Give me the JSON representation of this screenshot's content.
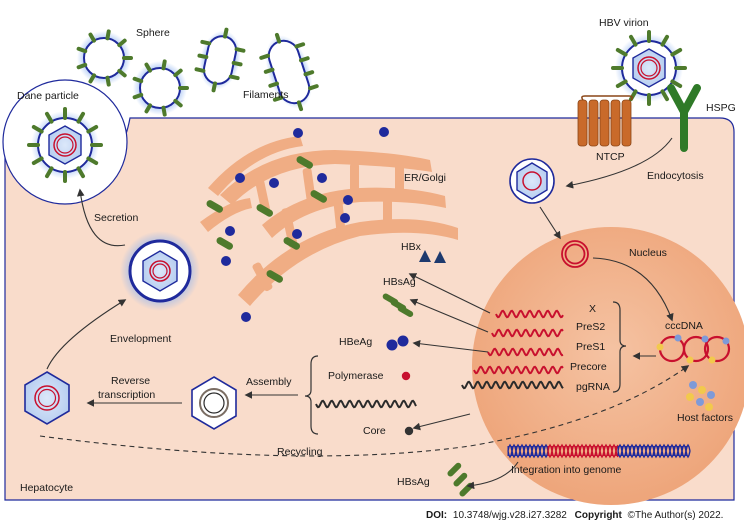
{
  "labels": {
    "sphere": "Sphere",
    "filaments": "Filaments",
    "dane_particle": "Dane particle",
    "hbv_virion": "HBV virion",
    "hspg": "HSPG",
    "ntcp": "NTCP",
    "endocytosis": "Endocytosis",
    "er_golgi": "ER/Golgi",
    "secretion": "Secretion",
    "hbx": "HBx",
    "hbsag": "HBsAg",
    "hbeag": "HBeAg",
    "nucleus": "Nucleus",
    "x": "X",
    "pres2": "PreS2",
    "pres1": "PreS1",
    "precore": "Precore",
    "pgrna": "pgRNA",
    "cccdna": "cccDNA",
    "envelopment": "Envelopment",
    "assembly": "Assembly",
    "polymerase": "Polymerase",
    "reverse_transcription_1": "Reverse",
    "reverse_transcription_2": "transcription",
    "core": "Core",
    "host_factors": "Host factors",
    "recycling": "Recycling",
    "integration": "Integration into genome",
    "hepatocyte": "Hepatocyte",
    "hbsag_secreted": "HBsAg"
  },
  "footer": {
    "doi_label": "DOI:",
    "doi_value": "10.3748/wjg.v28.i27.3282",
    "copyright_label": "Copyright",
    "copyright_value": "©The Author(s) 2022."
  },
  "colors": {
    "cell_fill": "#f9dccb",
    "nucleus_fill": "#f2b58f",
    "er_fill": "#f0ad84",
    "envelope_blue": "#1f2a9c",
    "glow_blue": "#8fb4f0",
    "protein_green": "#4e7a2c",
    "rna_red": "#c8102e",
    "dna_black": "#2b2b2b",
    "ntcp_orange": "#c96a2a",
    "hspg_green": "#2f7a28"
  }
}
